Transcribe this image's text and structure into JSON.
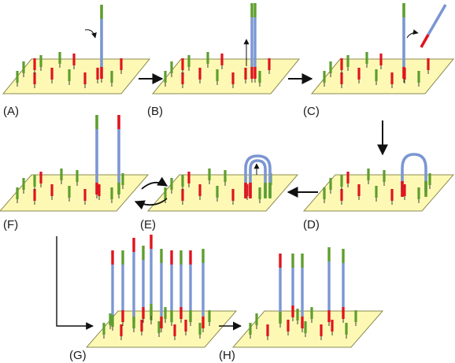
{
  "figure": {
    "panels": [
      {
        "id": "A",
        "label": "(A)"
      },
      {
        "id": "B",
        "label": "(B)"
      },
      {
        "id": "C",
        "label": "(C)"
      },
      {
        "id": "D",
        "label": "(D)"
      },
      {
        "id": "E",
        "label": "(E)"
      },
      {
        "id": "F",
        "label": "(F)"
      },
      {
        "id": "G",
        "label": "(G)"
      },
      {
        "id": "H",
        "label": "(H)"
      }
    ],
    "colors": {
      "surface_fill": "#fdf9b4",
      "surface_stroke": "#8c8c55",
      "forward_primer": "#5e9e2e",
      "reverse_primer": "#e0141e",
      "template_strand": "#7b96d3",
      "stem": "#3a3a3a",
      "arrow": "#111111"
    }
  }
}
